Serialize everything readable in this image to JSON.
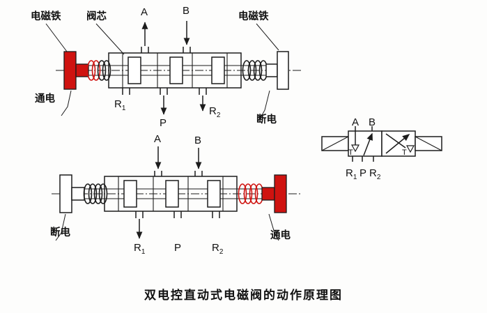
{
  "colors": {
    "energized_red": "#cf1310",
    "line": "#1c1c1c"
  },
  "top_valve": {
    "electromagnet_left": "电磁铁",
    "spool": "阀芯",
    "electromagnet_right": "电磁铁",
    "port_a": "A",
    "port_b": "B",
    "port_p": "P",
    "port_r1_base": "R",
    "port_r1_sub": "1",
    "port_r2_base": "R",
    "port_r2_sub": "2",
    "state_left": "通电",
    "state_right": "断电"
  },
  "bottom_valve": {
    "port_a": "A",
    "port_b": "B",
    "port_p": "P",
    "port_r1_base": "R",
    "port_r1_sub": "1",
    "port_r2_base": "R",
    "port_r2_sub": "2",
    "state_left": "断电",
    "state_right": "通电"
  },
  "symbol": {
    "port_a": "A",
    "port_b": "B",
    "t_left": "T",
    "t_right": "T",
    "port_r1_base": "R",
    "port_r1_sub": "1",
    "port_p": "P",
    "port_r2_base": "R",
    "port_r2_sub": "2"
  },
  "caption": "双电控直动式电磁阀的动作原理图"
}
